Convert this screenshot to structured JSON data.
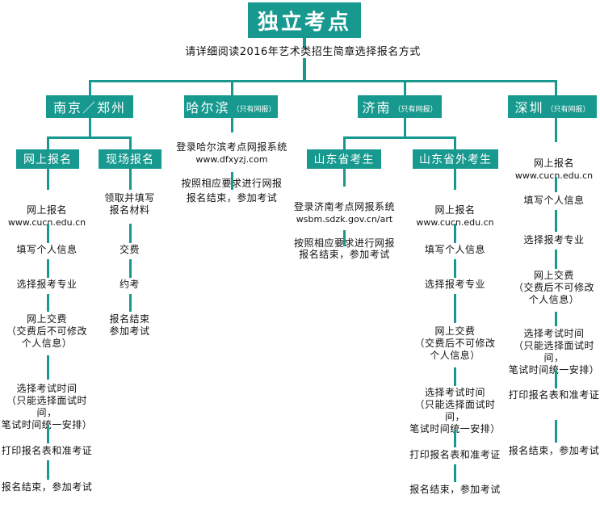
{
  "meta": {
    "accent_color": "#17998f",
    "text_color": "#111111",
    "background_color": "#ffffff"
  },
  "title": "独立考点",
  "subtitle": "请详细阅读2016年艺术类招生简章选择报名方式",
  "branches": [
    {
      "id": "nanjing-zhengzhou",
      "label": "南京／郑州",
      "note": "",
      "columns": [
        {
          "id": "online",
          "header": "网上报名",
          "steps": [
            {
              "text": "网上报名",
              "url": "www.cucn.edu.cn"
            },
            {
              "text": "填写个人信息"
            },
            {
              "text": "选择报考专业"
            },
            {
              "text": "网上交费\n（交费后不可修改\n个人信息）"
            },
            {
              "text": "选择考试时间\n（只能选择面试时间，\n笔试时间统一安排）"
            },
            {
              "text": "打印报名表和准考证"
            },
            {
              "text": "报名结束，参加考试"
            }
          ]
        },
        {
          "id": "onsite",
          "header": "现场报名",
          "steps": [
            {
              "text": "领取并填写\n报名材料"
            },
            {
              "text": "交费"
            },
            {
              "text": "约考"
            },
            {
              "text": "报名结束\n参加考试"
            }
          ]
        }
      ]
    },
    {
      "id": "harbin",
      "label": "哈尔滨",
      "note": "（只有网报）",
      "columns": [
        {
          "id": "harbin-online",
          "header": "",
          "steps": [
            {
              "text": "登录哈尔滨考点网报系统",
              "url": "www.dfxyzj.com",
              "text2": "按照相应要求进行网报"
            },
            {
              "text": "报名结束，参加考试"
            }
          ]
        }
      ]
    },
    {
      "id": "jinan",
      "label": "济南",
      "note": "（只有网报）",
      "columns": [
        {
          "id": "shandong-local",
          "header": "山东省考生",
          "steps": [
            {
              "text": "登录济南考点网报系统",
              "url": "wsbm.sdzk.gov.cn/art",
              "text2": "按照相应要求进行网报"
            },
            {
              "text": "报名结束，参加考试"
            }
          ]
        },
        {
          "id": "shandong-outside",
          "header": "山东省外考生",
          "steps": [
            {
              "text": "网上报名",
              "url": "www.cucn.edu.cn"
            },
            {
              "text": "填写个人信息"
            },
            {
              "text": "选择报考专业"
            },
            {
              "text": "网上交费\n（交费后不可修改\n个人信息）"
            },
            {
              "text": "选择考试时间\n（只能选择面试时间，\n笔试时间统一安排）"
            },
            {
              "text": "打印报名表和准考证"
            },
            {
              "text": "报名结束，参加考试"
            }
          ]
        }
      ]
    },
    {
      "id": "shenzhen",
      "label": "深圳",
      "note": "（只有网报）",
      "columns": [
        {
          "id": "shenzhen-online",
          "header": "",
          "steps": [
            {
              "text": "网上报名",
              "url": "www.cucn.edu.cn"
            },
            {
              "text": "填写个人信息"
            },
            {
              "text": "选择报考专业"
            },
            {
              "text": "网上交费\n（交费后不可修改\n个人信息）"
            },
            {
              "text": "选择考试时间\n（只能选择面试时间，\n笔试时间统一安排）"
            },
            {
              "text": "打印报名表和准考证"
            },
            {
              "text": "报名结束，参加考试"
            }
          ]
        }
      ]
    }
  ]
}
